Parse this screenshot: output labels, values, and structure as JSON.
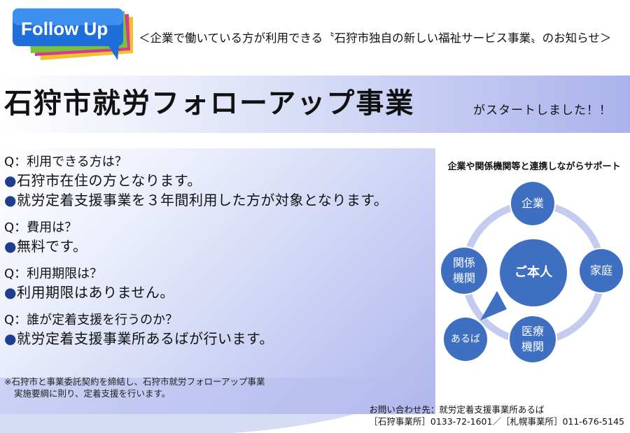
{
  "logo": {
    "text": "Follow Up"
  },
  "header": {
    "note": "＜企業で働いている方が利用できる〝石狩市独自の新しい福祉サービス事業〟のお知らせ＞"
  },
  "title": {
    "main": "石狩市就労フォローアップ事業",
    "sub": "がスタートしました！！"
  },
  "qa": [
    {
      "q": "Q：利用できる方は？",
      "answers": [
        "石狩市在住の方となります。",
        "就労定着支援事業を３年間利用した方が対象となります。"
      ]
    },
    {
      "q": "Q：費用は？",
      "answers": [
        "無料です。"
      ]
    },
    {
      "q": "Q：利用期限は？",
      "answers": [
        "利用期限はありません。"
      ]
    },
    {
      "q": "Q：誰が定着支援を行うのか？",
      "answers": [
        "就労定着支援事業所あるばが行います。"
      ]
    }
  ],
  "bullet_symbol": "●",
  "footnote": {
    "line1": "※石狩市と事業委託契約を締結し、石狩市就労フォローアップ事業",
    "line2": "実施要綱に則り、定着支援を行います。"
  },
  "diagram": {
    "caption": "企業や関係機関等と連携しながらサポート",
    "center": "ご本人",
    "nodes": {
      "top": "企業",
      "right": "家庭",
      "bottom_right_1": "医療",
      "bottom_right_2": "機関",
      "bottom_left": "あるば",
      "left_1": "関係",
      "left_2": "機関"
    }
  },
  "contact": {
    "line1": "お問い合わせ先：就労定着支援事業所あるば",
    "line2": "［石狩事業所］0133-72-1601／［札幌事業所］011-676-5145"
  },
  "colors": {
    "node_blue": "#3f6fc1",
    "ring": "#c5cbef",
    "band_end": "#aab3ec"
  }
}
